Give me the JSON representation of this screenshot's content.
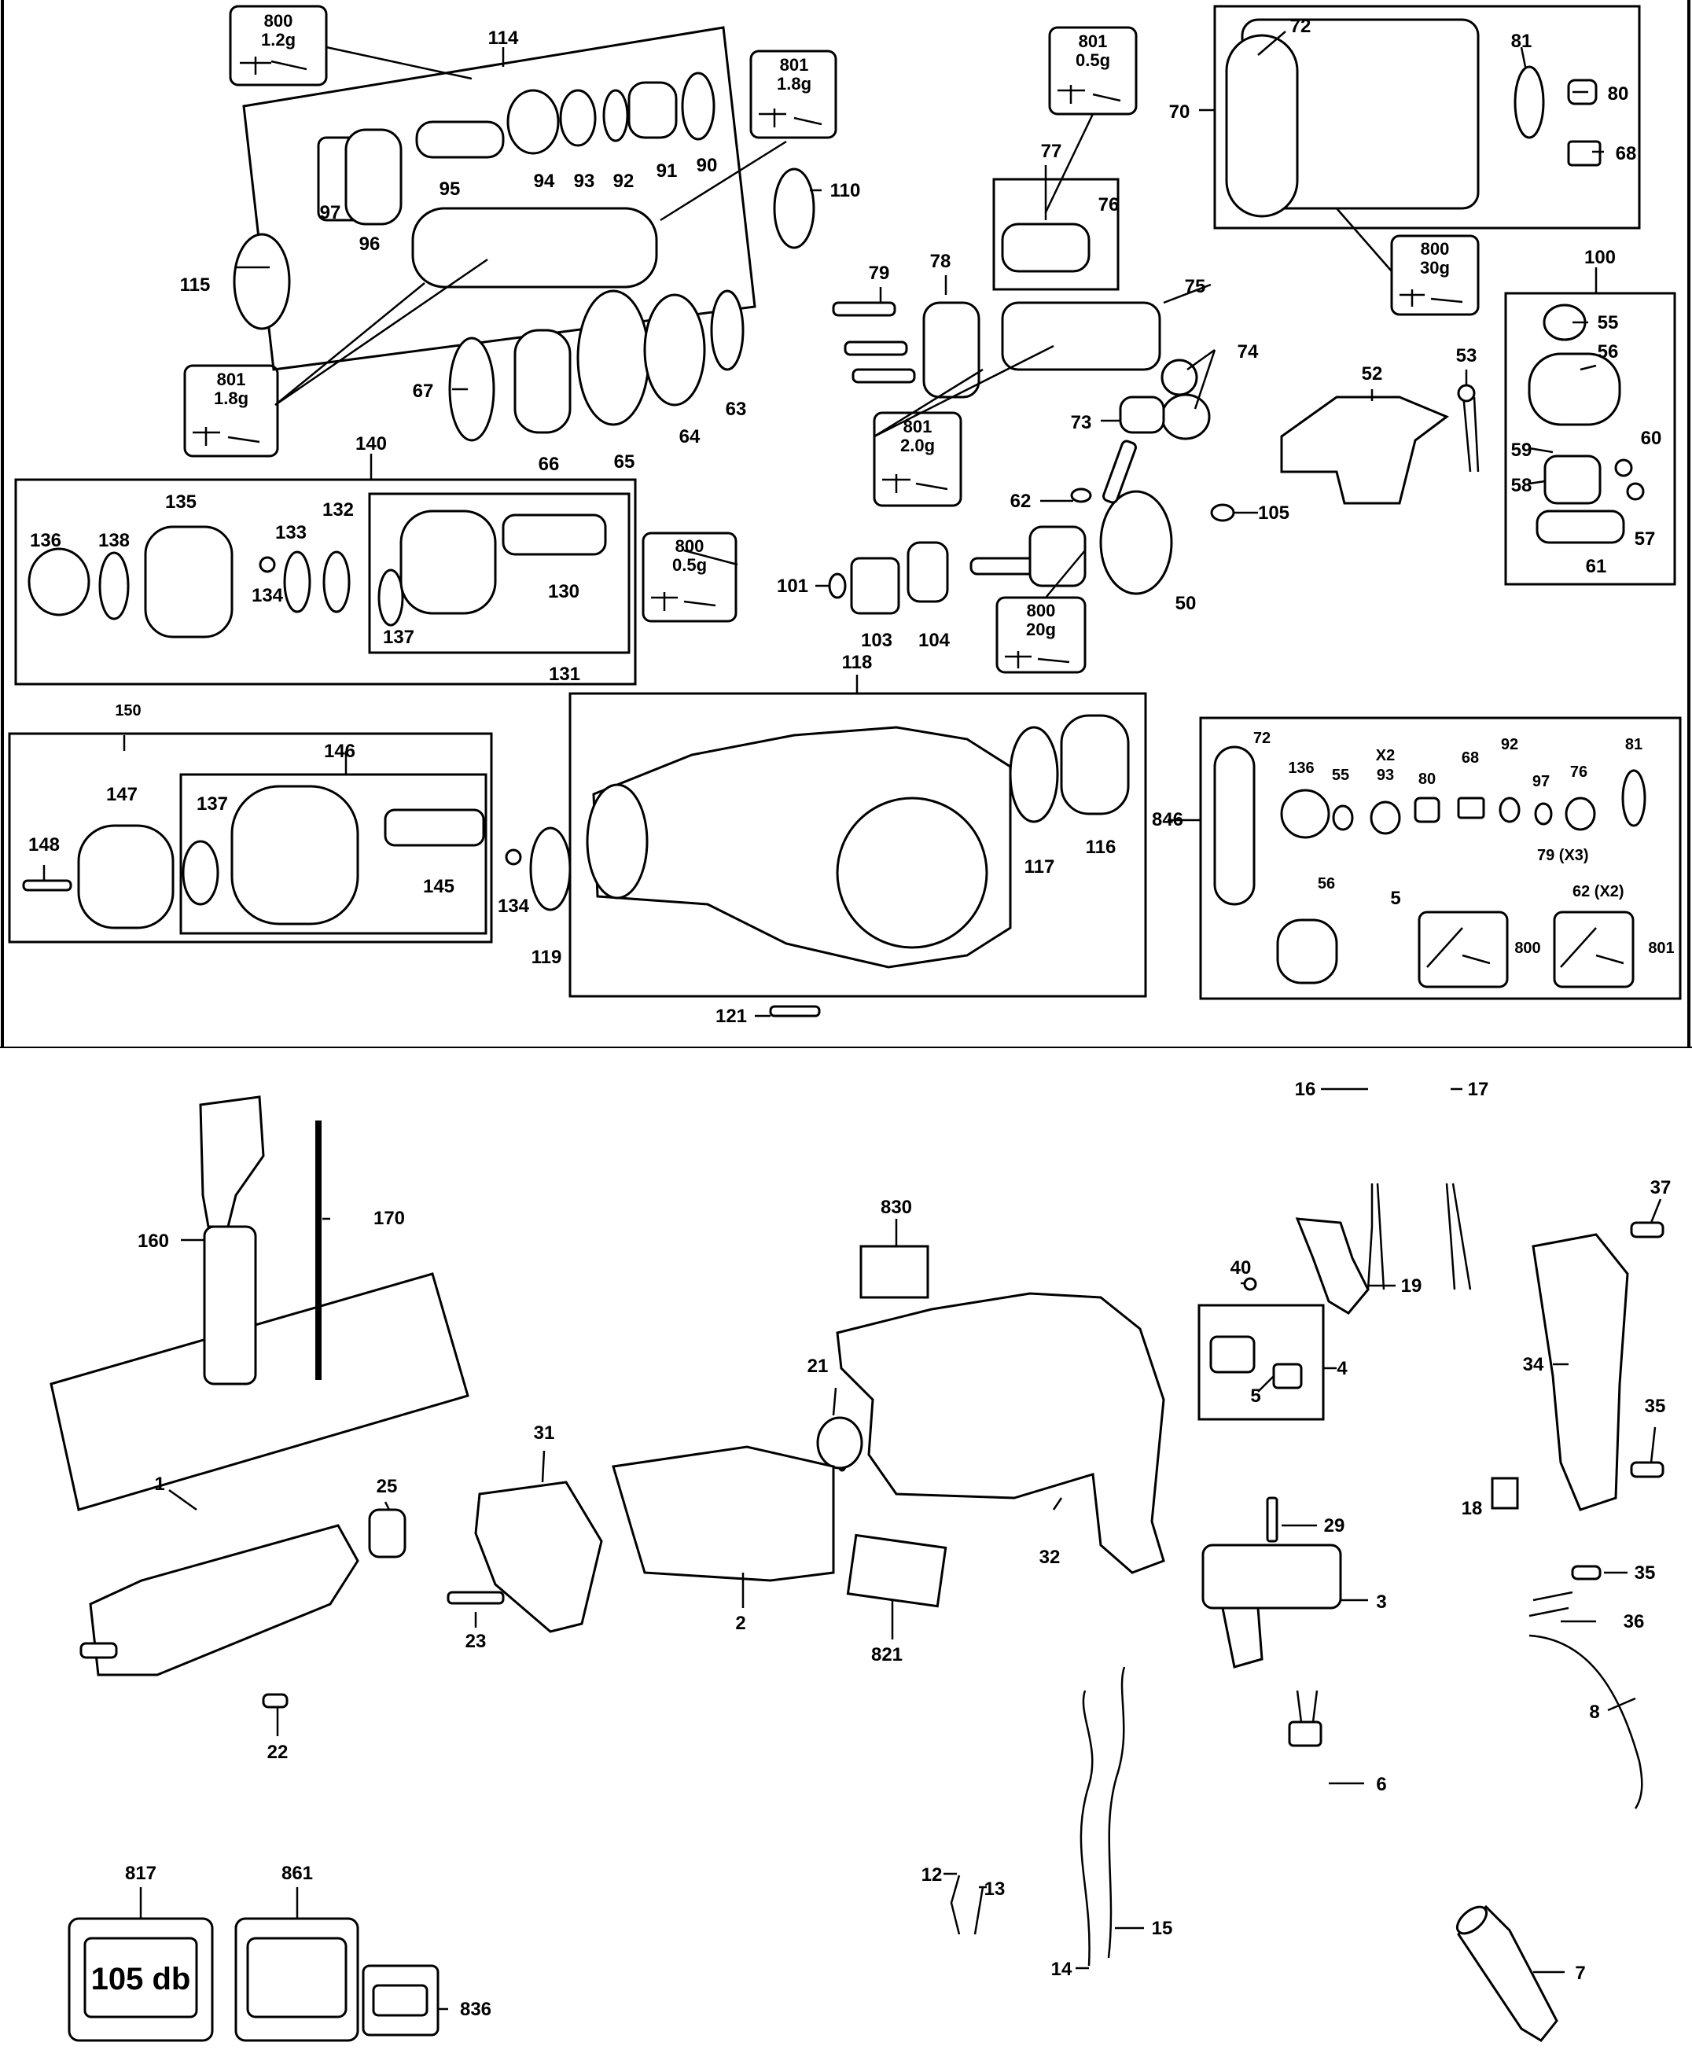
{
  "labels": {
    "p114": "114",
    "p97": "97",
    "p96": "96",
    "p95": "95",
    "p94": "94",
    "p93": "93",
    "p92": "92",
    "p91": "91",
    "p90": "90",
    "p115": "115",
    "p110": "110",
    "p67": "67",
    "p66": "66",
    "p65": "65",
    "p64": "64",
    "p63": "63",
    "p79": "79",
    "p78": "78",
    "p77": "77",
    "p76": "76",
    "p75": "75",
    "p74": "74",
    "p73": "73",
    "p72": "72",
    "p81": "81",
    "p70": "70",
    "p80": "80",
    "p68": "68",
    "p100": "100",
    "p55": "55",
    "p56": "56",
    "p59": "59",
    "p60": "60",
    "p58": "58",
    "p57": "57",
    "p61": "61",
    "p52": "52",
    "p53": "53",
    "p62": "62",
    "p105": "105",
    "p50": "50",
    "p101": "101",
    "p103": "103",
    "p104": "104",
    "p118": "118",
    "p140": "140",
    "p135": "135",
    "p136": "136",
    "p138": "138",
    "p133": "133",
    "p132": "132",
    "p134a": "134",
    "p130": "130",
    "p137a": "137",
    "p131": "131",
    "p150": "150",
    "p146": "146",
    "p147": "147",
    "p137b": "137",
    "p148": "148",
    "p145": "145",
    "p134b": "134",
    "p119": "119",
    "p117": "117",
    "p116": "116",
    "p121": "121",
    "p846": "846",
    "kit72": "72",
    "kit136": "136",
    "kit55": "55",
    "kitX2": "X2",
    "kit93": "93",
    "kit80": "80",
    "kit68": "68",
    "kit92": "92",
    "kit97": "97",
    "kit76": "76",
    "kit81": "81",
    "kit79": "79 (X3)",
    "kit5": "5",
    "kit62": "62 (X2)",
    "kit56": "56",
    "kit800": "800",
    "kit801": "801",
    "p160": "160",
    "p170": "170",
    "p830": "830",
    "p16": "16",
    "p17": "17",
    "p37": "37",
    "p40": "40",
    "p19": "19",
    "p4": "4",
    "p5": "5",
    "p34": "34",
    "p35a": "35",
    "p1": "1",
    "p25": "25",
    "p31": "31",
    "p21": "21",
    "p32": "32",
    "p23": "23",
    "p2": "2",
    "p821": "821",
    "p22": "22",
    "p29": "29",
    "p3": "3",
    "p18": "18",
    "p35b": "35",
    "p36": "36",
    "p8": "8",
    "p6": "6",
    "p12": "12",
    "p13": "13",
    "p14": "14",
    "p15": "15",
    "p7": "7",
    "p817": "817",
    "p861": "861",
    "p836": "836"
  },
  "grease": [
    {
      "code": "800",
      "amount": "1.2g"
    },
    {
      "code": "801",
      "amount": "1.8g"
    },
    {
      "code": "801",
      "amount": "0.5g"
    },
    {
      "code": "800",
      "amount": "30g"
    },
    {
      "code": "801",
      "amount": "1.8g"
    },
    {
      "code": "801",
      "amount": "2.0g"
    },
    {
      "code": "800",
      "amount": "0.5g"
    },
    {
      "code": "800",
      "amount": "20g"
    }
  ],
  "noise_label": "105 db"
}
